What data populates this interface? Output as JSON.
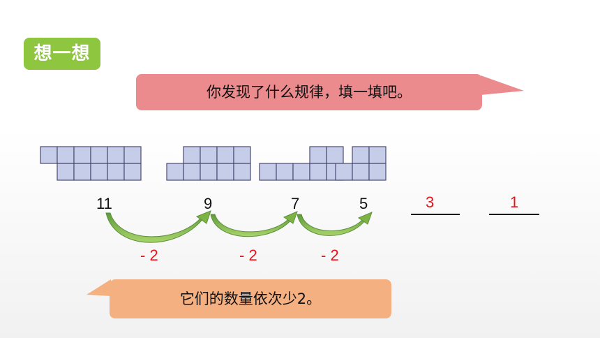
{
  "badge": {
    "label": "想一想"
  },
  "prompt_bubble": {
    "text": "你发现了什么规律，填一填吧。"
  },
  "answer_bubble": {
    "text": "它们的数量依次少2。"
  },
  "sequence": [
    {
      "value": "11",
      "type": "given"
    },
    {
      "value": "9",
      "type": "given"
    },
    {
      "value": "7",
      "type": "given"
    },
    {
      "value": "5",
      "type": "given"
    },
    {
      "value": "3",
      "type": "filled"
    },
    {
      "value": "1",
      "type": "filled"
    }
  ],
  "differences": [
    "- 2",
    "- 2",
    "- 2"
  ],
  "block_groups": [
    {
      "count": 11
    },
    {
      "count": 9
    },
    {
      "count": 7
    },
    {
      "count": 5
    }
  ],
  "colors": {
    "badge": "#8ec63f",
    "prompt_bubble": "#ec8b8e",
    "answer_bubble": "#f5b081",
    "block_fill": "#c5cde8",
    "block_border": "#4a4a70",
    "arrow_green": "#7cb342",
    "highlight_red": "#e8141b"
  }
}
